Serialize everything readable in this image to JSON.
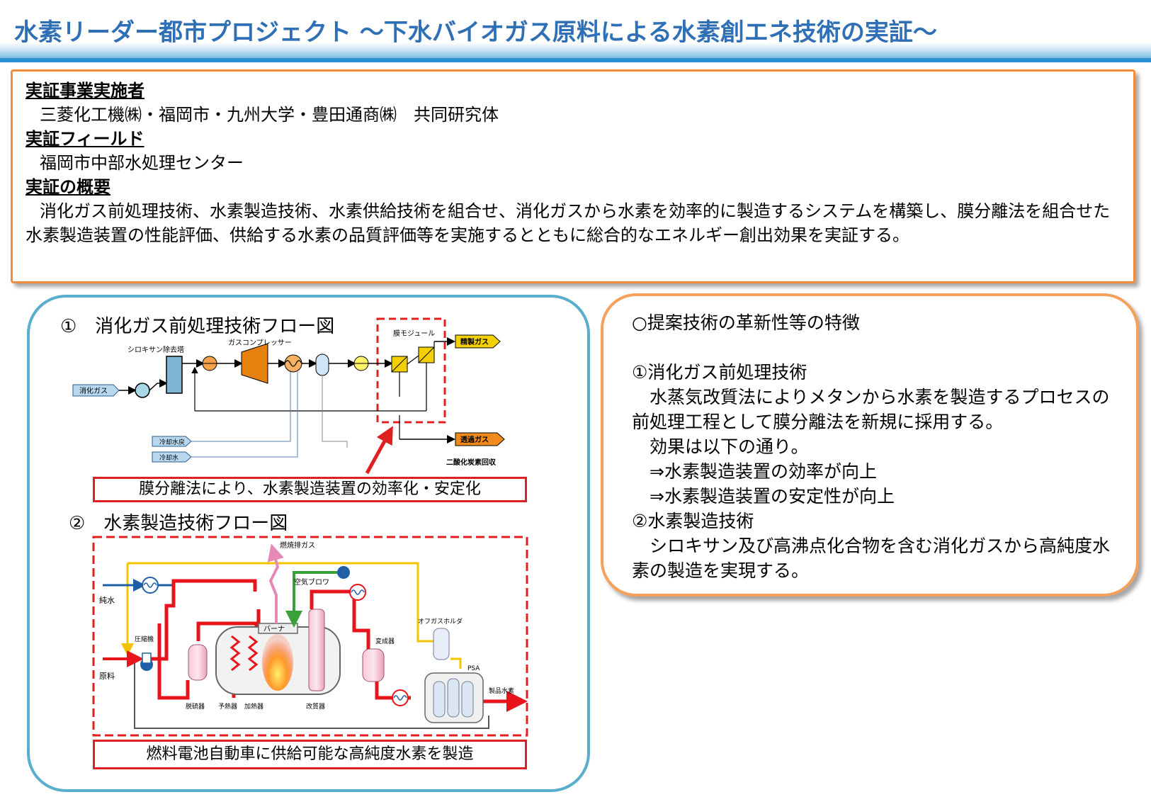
{
  "title": "水素リーダー都市プロジェクト ～下水バイオガス原料による水素創エネ技術の実証～",
  "summary": {
    "implementer_heading": "実証事業実施者",
    "implementer_value": "三菱化工機㈱・福岡市・九州大学・豊田通商㈱　共同研究体",
    "field_heading": "実証フィールド",
    "field_value": "福岡市中部水処理センター",
    "overview_heading": "実証の概要",
    "overview_text": "消化ガス前処理技術、水素製造技術、水素供給技術を組合せ、消化ガスから水素を効率的に製造するシステムを構築し、膜分離法を組合せた水素製造装置の性能評価、供給する水素の品質評価等を実施するとともに総合的なエネルギー創出効果を実証する。"
  },
  "flow1": {
    "title": "①　消化ガス前処理技術フロー図",
    "labels": {
      "siloxane": "シロキサン除去塔",
      "compressor": "ガスコンプレッサー",
      "membrane": "膜モジュール",
      "purified": "精製ガス",
      "digest_gas": "消化ガス",
      "cool_return": "冷却水戻",
      "cool_water": "冷却水",
      "permeate": "透過ガス",
      "co2": "二酸化炭素回収"
    },
    "caption": "膜分離法により、水素製造装置の効率化・安定化"
  },
  "flow2": {
    "title": "②　水素製造技術フロー図",
    "labels": {
      "exhaust": "燃焼排ガス",
      "blower": "空気ブロワ",
      "pure_water": "純水",
      "compressor": "圧縮機",
      "raw": "原料",
      "burner": "バーナ",
      "offgas": "オフガスホルダ",
      "shift": "変成器",
      "psa": "PSA",
      "product": "製品水素",
      "desulf": "脱硫器",
      "preheat": "予熱器",
      "heater": "加熱器",
      "reformer": "改質器"
    },
    "caption": "燃料電池自動車に供給可能な高純度水素を製造"
  },
  "features": {
    "heading": "○提案技術の革新性等の特徴",
    "t1_heading": "①消化ガス前処理技術",
    "t1_text": "　水蒸気改質法によりメタンから水素を製造するプロセスの前処理工程として膜分離法を新規に採用する。",
    "t1_effect": "　効果は以下の通り。",
    "t1_b1": "　⇒水素製造装置の効率が向上",
    "t1_b2": "　⇒水素製造装置の安定性が向上",
    "t2_heading": "②水素製造技術",
    "t2_text": "　シロキサン及び高沸点化合物を含む消化ガスから高純度水素の製造を実現する。"
  },
  "colors": {
    "title": "#2f6fb5",
    "orange_border": "#f28c3a",
    "blue_border": "#5aaecd",
    "red": "#e02020",
    "hot_line": "#e8141c",
    "yellow_line": "#f2c400",
    "green_line": "#3aa13a",
    "pink_line": "#e58ab5"
  }
}
